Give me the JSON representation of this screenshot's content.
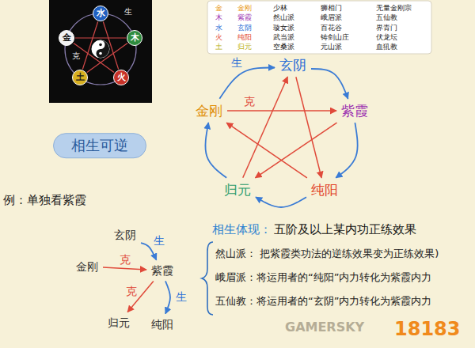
{
  "diagram": {
    "nodes": [
      {
        "text": [
          "水"
        ]
      },
      {
        "text": [
          "木"
        ]
      },
      {
        "text": [
          "火"
        ]
      },
      {
        "text": [
          "土"
        ]
      },
      {
        "text": [
          "金"
        ]
      },
      {
        "text": [
          "玄阴"
        ]
      },
      {
        "text": [
          "紫霞"
        ]
      },
      {
        "text": [
          "纯阳"
        ]
      },
      {
        "text": [
          "归元"
        ]
      },
      {
        "text": [
          "金刚"
        ]
      },
      {
        "text": [
          "相生可逆"
        ]
      },
      {
        "text": [
          "玄阴"
        ]
      },
      {
        "text": [
          "金刚"
        ]
      },
      {
        "text": [
          "紫霞"
        ]
      },
      {
        "text": [
          "归元"
        ]
      },
      {
        "text": [
          "纯阳"
        ]
      }
    ],
    "edges": [
      {
        "from": 0,
        "to": 3,
        "arrow": "none"
      },
      {
        "from": 0,
        "to": 2,
        "arrow": "none"
      },
      {
        "from": 1,
        "to": 4,
        "arrow": "none"
      },
      {
        "from": 1,
        "to": 3,
        "arrow": "none"
      },
      {
        "from": 2,
        "to": 4,
        "arrow": "none"
      },
      {
        "from": 5,
        "to": 6,
        "arrow": "to"
      },
      {
        "from": 6,
        "to": 7,
        "arrow": "to"
      },
      {
        "from": 7,
        "to": 8,
        "arrow": "to"
      },
      {
        "from": 8,
        "to": 9,
        "arrow": "to"
      },
      {
        "from": 9,
        "to": 5,
        "label": "生",
        "arrow": "to"
      },
      {
        "from": 9,
        "to": 6,
        "label": "克",
        "arrow": "to"
      },
      {
        "from": 6,
        "to": 8,
        "arrow": "to"
      },
      {
        "from": 8,
        "to": 5,
        "arrow": "to"
      },
      {
        "from": 5,
        "to": 7,
        "arrow": "to"
      },
      {
        "from": 7,
        "to": 9,
        "arrow": "to"
      },
      {
        "from": 11,
        "to": 13,
        "label": "生",
        "arrow": "to"
      },
      {
        "from": 12,
        "to": 13,
        "label": "克",
        "arrow": "to"
      },
      {
        "from": 13,
        "to": 14,
        "label": "克",
        "arrow": "to"
      },
      {
        "from": 13,
        "to": 15,
        "label": "生",
        "arrow": "to"
      }
    ],
    "labels": [
      "生",
      "克",
      "金",
      "金刚",
      "少林",
      "狮相门",
      "无量金刚宗",
      "木",
      "紫霞",
      "然山派",
      "峨眉派",
      "五仙教",
      "水",
      "玄阴",
      "璇女派",
      "百花谷",
      "界青门",
      "火",
      "纯阳",
      "武当派",
      "铸剑山庄",
      "伏龙坛",
      "土",
      "归元",
      "空桑派",
      "元山派",
      "血犼教",
      "例：单独看紫霞",
      "相生体现：",
      "五阶及以上某内功正练效果",
      "然山派： 把紫霞类功法的逆练效果变为正练效果)",
      "峨眉派：将运用者的“纯阳”内力转化为紫霞内力",
      "五仙教：将运用者的“玄阴”内力转化为紫霞内力",
      "GAMERSKY",
      "18183"
    ]
  }
}
